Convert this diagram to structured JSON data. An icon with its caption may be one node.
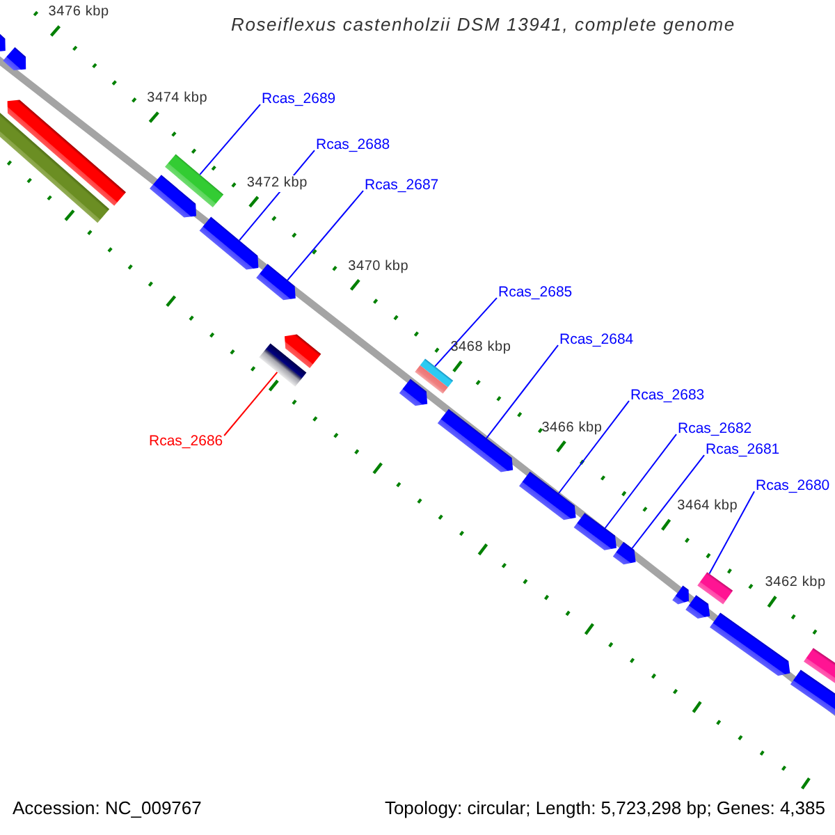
{
  "diagram": {
    "title": "Roseiflexus castenholzii DSM 13941, complete genome",
    "nodes": [
      {
        "text": [
          "Rcas_2689"
        ]
      },
      {
        "text": [
          "Rcas_2688"
        ]
      },
      {
        "text": [
          "Rcas_2687"
        ]
      },
      {
        "text": [
          "Rcas_2685"
        ]
      },
      {
        "text": [
          "Rcas_2684"
        ]
      },
      {
        "text": [
          "Rcas_2683"
        ]
      },
      {
        "text": [
          "Rcas_2682"
        ]
      },
      {
        "text": [
          "Rcas_2686"
        ]
      },
      {
        "text": [
          "Rcas_2681"
        ]
      },
      {
        "text": [
          "Rcas_2680"
        ]
      },
      {
        "text": [],
        "shape": "arrow"
      },
      {
        "text": [],
        "shape": "arrow"
      },
      {
        "text": [],
        "shape": "arrow"
      },
      {
        "text": [],
        "shape": "bar"
      },
      {
        "text": [],
        "shape": "bar"
      },
      {
        "text": [],
        "shape": "arrow"
      },
      {
        "text": [],
        "shape": "arrow"
      },
      {
        "text": [],
        "shape": "arrow"
      },
      {
        "text": [],
        "shape": "arrow"
      },
      {
        "text": [],
        "shape": "bar"
      },
      {
        "text": [],
        "shape": "bar"
      },
      {
        "text": [],
        "shape": "bar"
      },
      {
        "text": [],
        "shape": "arrow"
      },
      {
        "text": [],
        "shape": "arrow"
      },
      {
        "text": [],
        "shape": "arrow"
      },
      {
        "text": [],
        "shape": "arrow"
      },
      {
        "text": [],
        "shape": "arrow"
      },
      {
        "text": [],
        "shape": "bar"
      },
      {
        "text": [],
        "shape": "arrow"
      },
      {
        "text": [],
        "shape": "arrow"
      },
      {
        "text": [],
        "shape": "arrow"
      },
      {
        "text": [],
        "shape": "bar"
      },
      {
        "text": [],
        "shape": "bar"
      }
    ],
    "edges": [
      {
        "from": 0,
        "to": 14,
        "arrow": "none"
      },
      {
        "from": 1,
        "to": 16,
        "arrow": "none"
      },
      {
        "from": 2,
        "to": 17,
        "arrow": "none"
      },
      {
        "from": 3,
        "to": 20,
        "arrow": "none"
      },
      {
        "from": 4,
        "to": 23,
        "arrow": "none"
      },
      {
        "from": 5,
        "to": 24,
        "arrow": "none"
      },
      {
        "from": 6,
        "to": 25,
        "arrow": "none"
      },
      {
        "from": 7,
        "to": 19,
        "arrow": "none",
        "color": "#ff0000"
      },
      {
        "from": 8,
        "to": 26,
        "arrow": "none"
      },
      {
        "from": 9,
        "to": 27,
        "arrow": "none"
      }
    ],
    "labels": [
      "3476 kbp",
      "3474 kbp",
      "3472 kbp",
      "3470 kbp",
      "3468 kbp",
      "3466 kbp",
      "3464 kbp",
      "3462 kbp",
      "Accession: NC_009767",
      "Topology: circular; Length: 5,723,298 bp; Genes: 4,385"
    ]
  }
}
